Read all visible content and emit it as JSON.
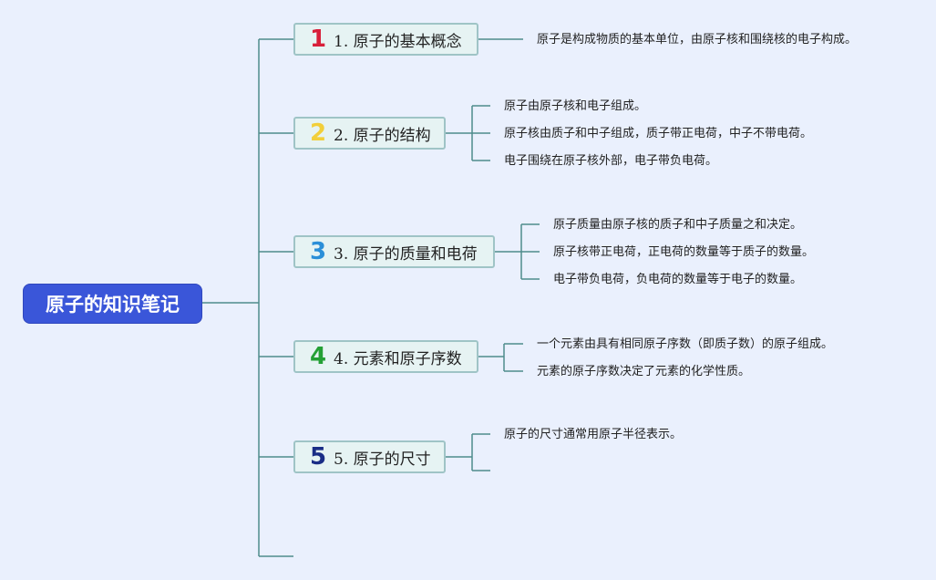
{
  "mindmap": {
    "root": "原子的知识笔记",
    "topics": [
      {
        "badge": "1",
        "badge_color": "#d81f3a",
        "label": "1. 原子的基本概念",
        "notes": [
          "原子是构成物质的基本单位，由原子核和围绕核的电子构成。"
        ]
      },
      {
        "badge": "2",
        "badge_color": "#f2cf3a",
        "label": "2. 原子的结构",
        "notes": [
          "原子由原子核和电子组成。",
          "原子核由质子和中子组成，质子带正电荷，中子不带电荷。",
          "电子围绕在原子核外部，电子带负电荷。"
        ]
      },
      {
        "badge": "3",
        "badge_color": "#2b8fd8",
        "label": "3. 原子的质量和电荷",
        "notes": [
          "原子质量由原子核的质子和中子质量之和决定。",
          "原子核带正电荷，正电荷的数量等于质子的数量。",
          "电子带负电荷，负电荷的数量等于电子的数量。"
        ]
      },
      {
        "badge": "4",
        "badge_color": "#24a035",
        "label": "4. 元素和原子序数",
        "notes": [
          "一个元素由具有相同原子序数（即质子数）的原子组成。",
          "元素的原子序数决定了元素的化学性质。"
        ]
      },
      {
        "badge": "5",
        "badge_color": "#1a2d86",
        "label": "5. 原子的尺寸",
        "notes": [
          "原子的尺寸通常用原子半径表示。",
          ""
        ]
      }
    ],
    "line_color": "#4e8c8c"
  }
}
